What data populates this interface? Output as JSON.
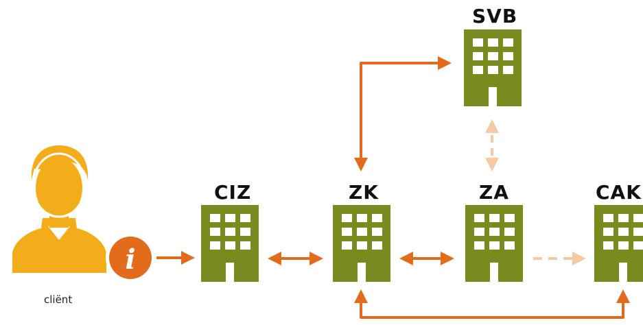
{
  "nodes": {
    "client": {
      "label": "cliënt",
      "icon": "user-icon"
    },
    "info": {
      "glyph": "i",
      "icon": "info-icon"
    },
    "ciz": {
      "label": "CIZ",
      "icon": "building-icon"
    },
    "zk": {
      "label": "ZK",
      "icon": "building-icon"
    },
    "za": {
      "label": "ZA",
      "icon": "building-icon"
    },
    "svb": {
      "label": "SVB",
      "icon": "building-icon"
    },
    "cak": {
      "label": "CAK",
      "icon": "building-icon"
    }
  },
  "connections": [
    {
      "from": "client",
      "to": "ciz",
      "direction": "one-way",
      "style": "solid"
    },
    {
      "from": "ciz",
      "to": "zk",
      "direction": "two-way",
      "style": "solid"
    },
    {
      "from": "zk",
      "to": "za",
      "direction": "two-way",
      "style": "solid"
    },
    {
      "from": "za",
      "to": "cak",
      "direction": "one-way",
      "style": "dashed"
    },
    {
      "from": "zk",
      "to": "svb",
      "direction": "two-way",
      "style": "solid"
    },
    {
      "from": "za",
      "to": "svb",
      "direction": "two-way",
      "style": "dashed"
    },
    {
      "from": "zk",
      "to": "cak",
      "direction": "two-way",
      "style": "solid"
    }
  ],
  "colors": {
    "building": "#7a8a1f",
    "window": "#ffffff",
    "arrow": "#e36c1c",
    "arrow_faded": "#f5c9a6",
    "person": "#f4ad1a",
    "info_badge": "#e36c1c"
  }
}
